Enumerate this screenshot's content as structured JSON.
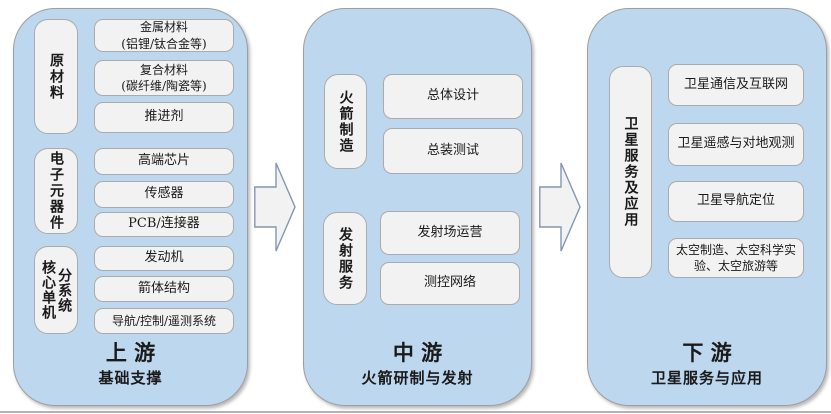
{
  "colors": {
    "panel_fill": "#BDD7EE",
    "panel_border": "#9e9e9e",
    "box_fill": "#F2F2F2",
    "box_border": "#ababab",
    "arrow_fill": "#F2F2F2",
    "arrow_border": "#8496B0",
    "text": "#1a1a1a"
  },
  "panels": [
    {
      "title": "上游",
      "subtitle": "基础支撑",
      "groups": [
        {
          "label": "原材料",
          "items": [
            "金属材料\n(铝锂/钛合金等)",
            "复合材料\n(碳纤维/陶瓷等)",
            "推进剂"
          ]
        },
        {
          "label": "电子元器件",
          "items": [
            "高端芯片",
            "传感器",
            "PCB/连接器"
          ]
        },
        {
          "label": "核心单机\n分系统",
          "items": [
            "发动机",
            "箭体结构",
            "导航/控制/遥测系统"
          ]
        }
      ]
    },
    {
      "title": "中游",
      "subtitle": "火箭研制与发射",
      "groups": [
        {
          "label": "火箭制造",
          "items": [
            "总体设计",
            "总装测试"
          ]
        },
        {
          "label": "发射服务",
          "items": [
            "发射场运营",
            "测控网络"
          ]
        }
      ]
    },
    {
      "title": "下游",
      "subtitle": "卫星服务与应用",
      "groups": [
        {
          "label": "卫星服务及应用",
          "items": [
            "卫星通信及互联网",
            "卫星遥感与对地观测",
            "卫星导航定位",
            "太空制造、太空科学实验、太空旅游等"
          ]
        }
      ]
    }
  ]
}
